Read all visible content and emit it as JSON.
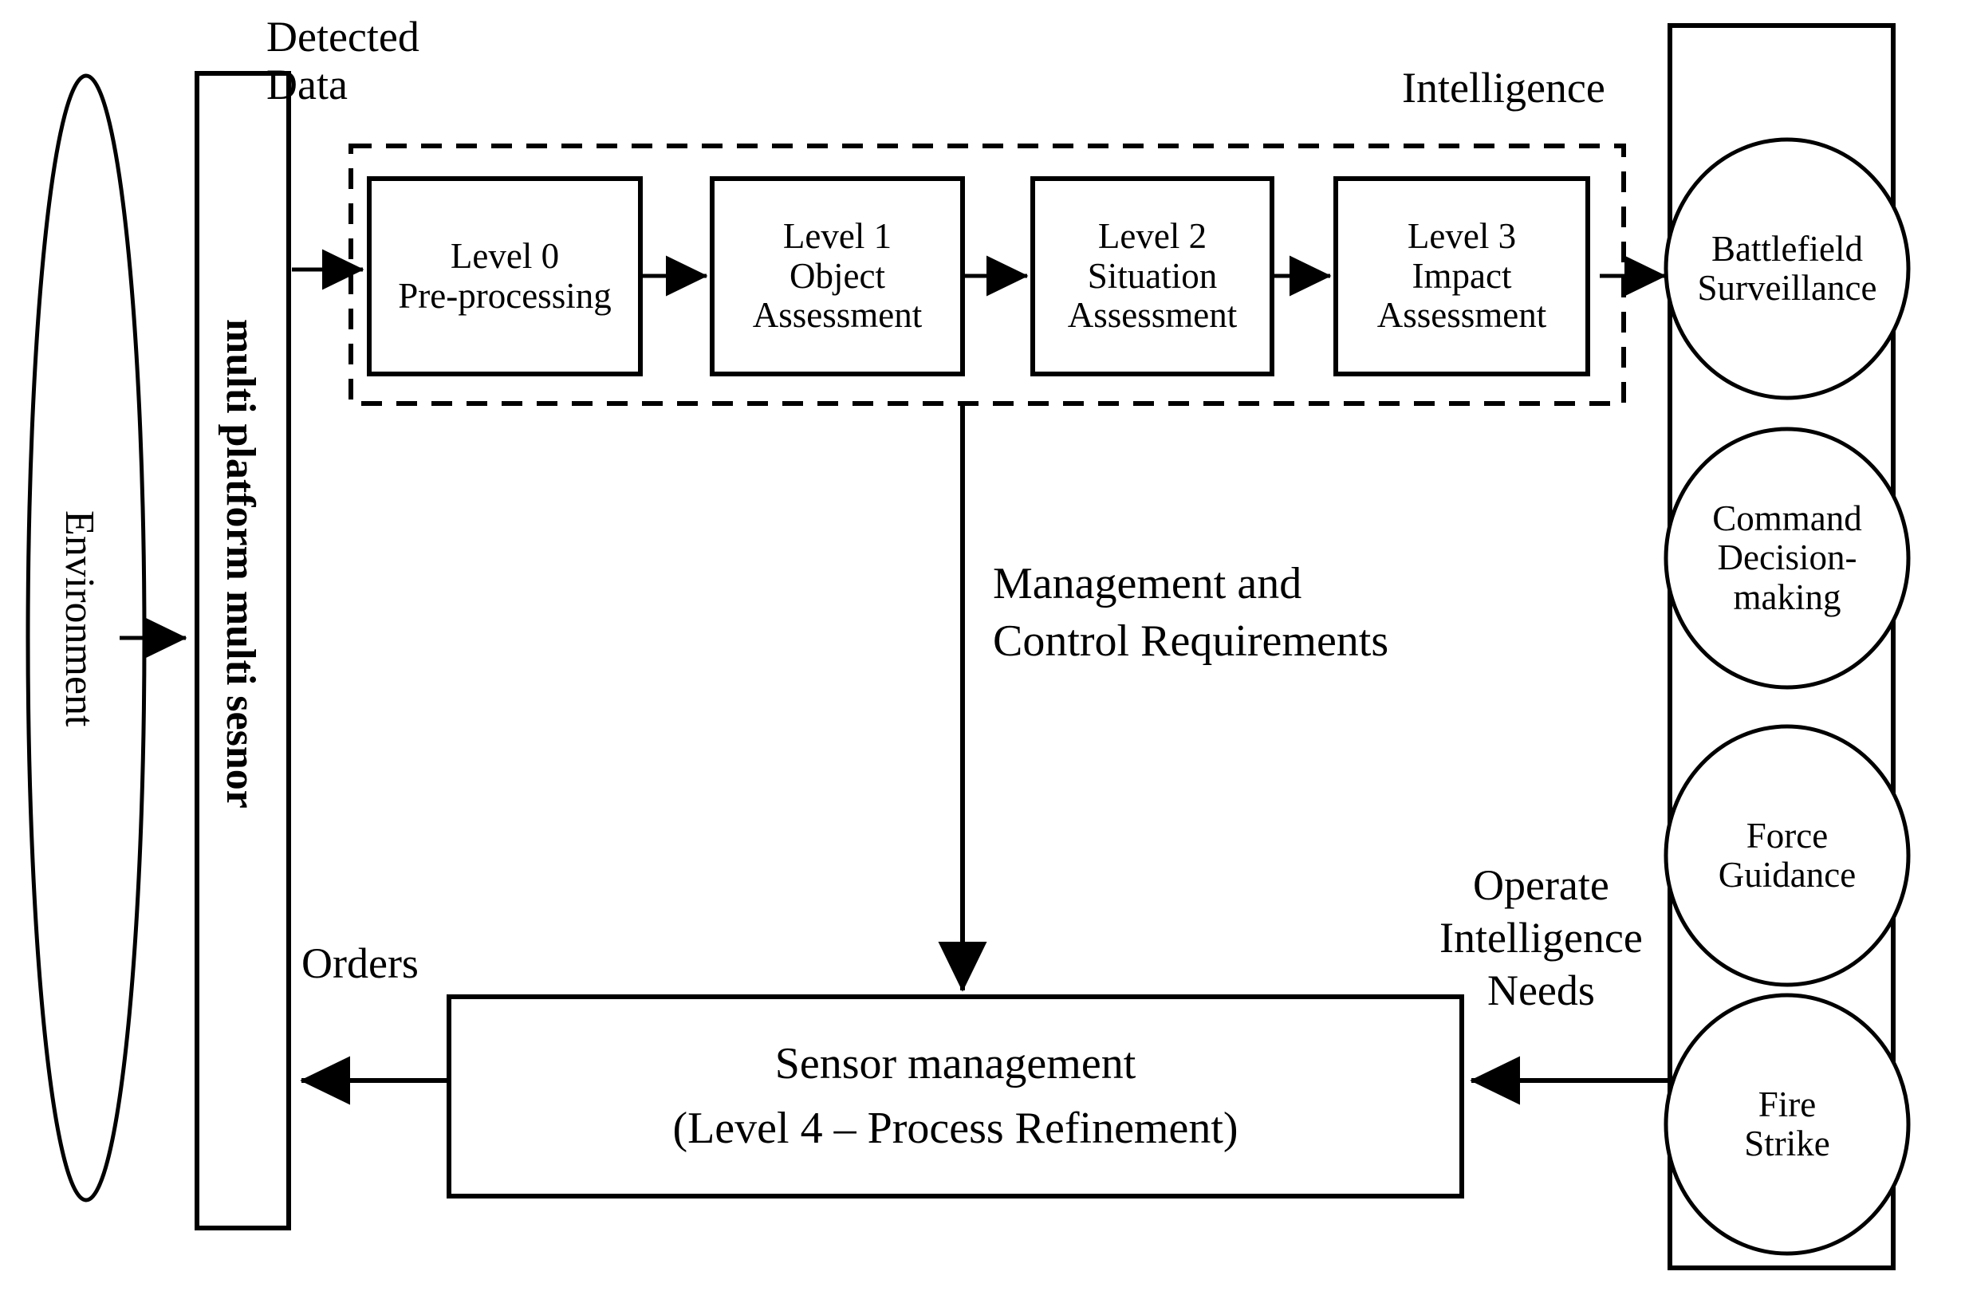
{
  "diagram": {
    "title": "Multi-platform multi-sensor data fusion model",
    "colors": {
      "stroke": "#000000",
      "fill": "#ffffff",
      "background": "#ffffff"
    },
    "environment": {
      "label": "Environment",
      "shape": "ellipse"
    },
    "sensor_bar": {
      "label": "multi platform multi sesnor",
      "shape": "tall-rectangle"
    },
    "edge_labels": {
      "detected_data": "Detected\nData",
      "intelligence": "Intelligence",
      "management_control": "Management and\nControl Requirements",
      "orders": "Orders",
      "operate_intelligence_needs": "Operate\nIntelligence\nNeeds"
    },
    "fusion_group": {
      "style": "dashed-boundary",
      "levels": [
        {
          "id": "level-0",
          "line1": "Level 0",
          "line2": "Pre-processing",
          "line3": ""
        },
        {
          "id": "level-1",
          "line1": "Level 1",
          "line2": "Object",
          "line3": "Assessment"
        },
        {
          "id": "level-2",
          "line1": "Level 2",
          "line2": "Situation",
          "line3": "Assessment"
        },
        {
          "id": "level-3",
          "line1": "Level 3",
          "line2": "Impact",
          "line3": "Assessment"
        }
      ]
    },
    "sensor_management": {
      "line1": "Sensor management",
      "line2": "(Level 4 – Process Refinement)"
    },
    "consumers_panel": {
      "shape": "rectangle",
      "items": [
        {
          "id": "battlefield-surveillance",
          "line1": "Battlefield",
          "line2": "Surveillance",
          "line3": ""
        },
        {
          "id": "command-decision-making",
          "line1": "Command",
          "line2": "Decision-",
          "line3": "making"
        },
        {
          "id": "force-guidance",
          "line1": "Force",
          "line2": "Guidance",
          "line3": ""
        },
        {
          "id": "fire-strike",
          "line1": "Fire",
          "line2": "Strike",
          "line3": ""
        }
      ]
    }
  }
}
